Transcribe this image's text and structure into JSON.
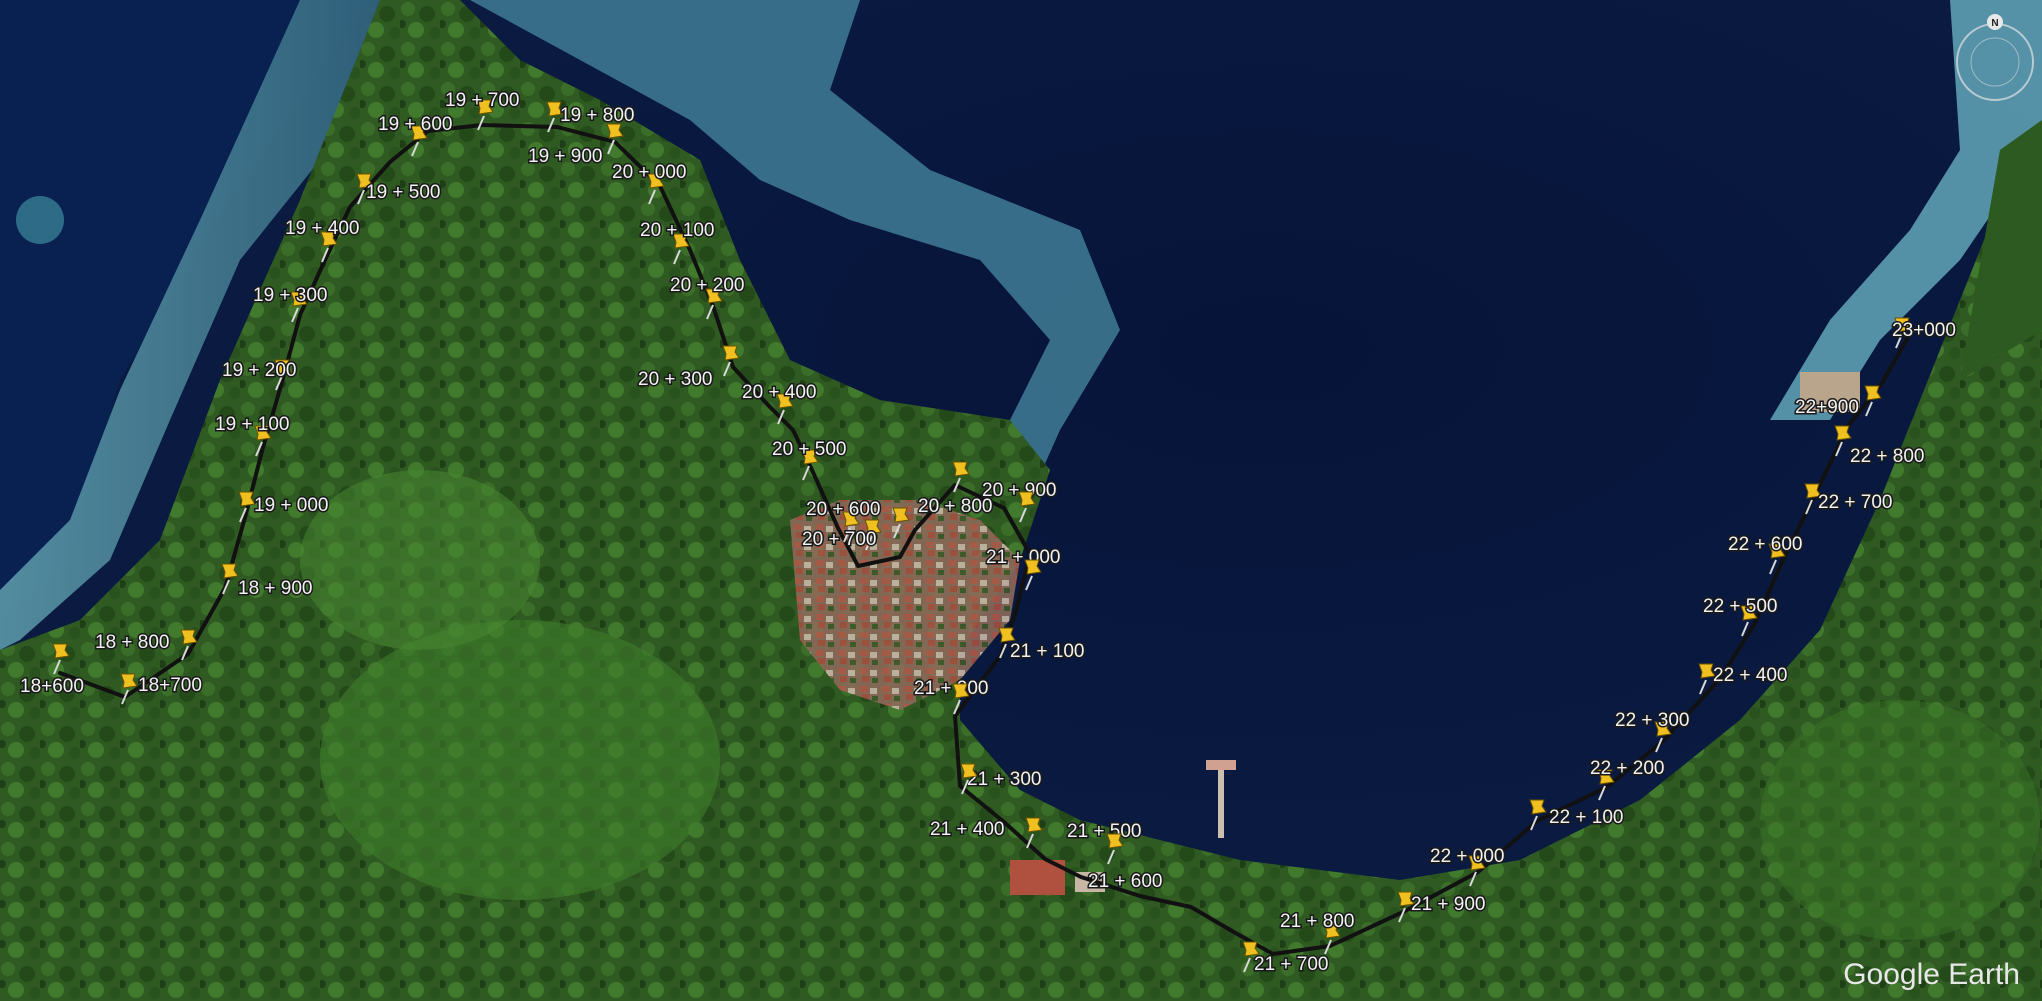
{
  "map": {
    "brand": "Google Earth",
    "compass_label": "N",
    "colors": {
      "sea_deep": "#05102e",
      "reef": "#6aa7b5",
      "forest": "#2f5a22",
      "route": "#111111",
      "pin": "#f0c020"
    },
    "route_markers": [
      {
        "label": "18+600"
      },
      {
        "label": "18+700"
      },
      {
        "label": "18 + 800"
      },
      {
        "label": "18 + 900"
      },
      {
        "label": "19 + 000"
      },
      {
        "label": "19 + 100"
      },
      {
        "label": "19 + 200"
      },
      {
        "label": "19 + 300"
      },
      {
        "label": "19 + 400"
      },
      {
        "label": "19 + 500"
      },
      {
        "label": "19 + 600"
      },
      {
        "label": "19 + 700"
      },
      {
        "label": "19 + 800"
      },
      {
        "label": "19 + 900"
      },
      {
        "label": "20 + 000"
      },
      {
        "label": "20 + 100"
      },
      {
        "label": "20 + 200"
      },
      {
        "label": "20 + 300"
      },
      {
        "label": "20 + 400"
      },
      {
        "label": "20 + 500"
      },
      {
        "label": "20 + 600"
      },
      {
        "label": "20 + 700"
      },
      {
        "label": "20 + 800"
      },
      {
        "label": "20 + 900"
      },
      {
        "label": "21 + 000"
      },
      {
        "label": "21 + 100"
      },
      {
        "label": "21 + 200"
      },
      {
        "label": "21 + 300"
      },
      {
        "label": "21 + 400"
      },
      {
        "label": "21 + 500"
      },
      {
        "label": "21 + 600"
      },
      {
        "label": "21 + 700"
      },
      {
        "label": "21 + 800"
      },
      {
        "label": "21 + 900"
      },
      {
        "label": "22 + 000"
      },
      {
        "label": "22 + 100"
      },
      {
        "label": "22 + 200"
      },
      {
        "label": "22 + 300"
      },
      {
        "label": "22 + 400"
      },
      {
        "label": "22 + 500"
      },
      {
        "label": "22 + 600"
      },
      {
        "label": "22 + 700"
      },
      {
        "label": "22 + 800"
      },
      {
        "label": "22+900"
      },
      {
        "label": "23+000"
      }
    ]
  }
}
